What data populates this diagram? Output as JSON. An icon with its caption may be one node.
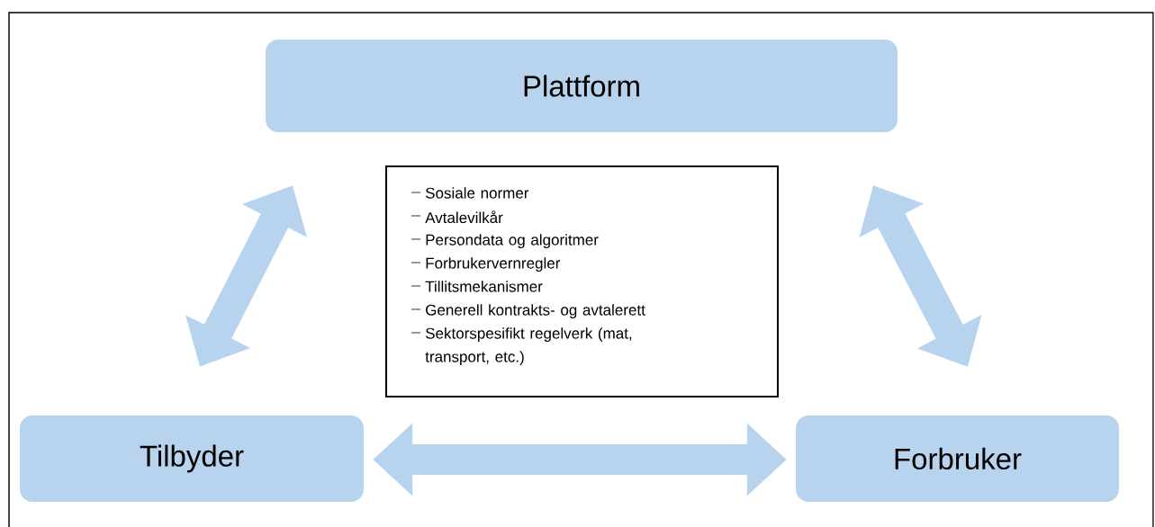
{
  "diagram": {
    "nodes": [
      {
        "text": [
          "Plattform"
        ]
      },
      {
        "text": [
          "Sosiale normer",
          "Avtalevilkår",
          "Persondata og algoritmer",
          "Forbrukervernregler",
          "Tillitsmekanismer",
          "Generell kontrakts- og avtalerett",
          "Sektorspesifikt regelverk (mat, transport, etc.)"
        ]
      },
      {
        "text": [
          "Tilbyder"
        ]
      },
      {
        "text": [
          "Forbruker"
        ]
      }
    ],
    "edges": [
      {
        "from": 2,
        "to": 0,
        "arrow": "both"
      },
      {
        "from": 0,
        "to": 3,
        "arrow": "both"
      },
      {
        "from": 2,
        "to": 3,
        "arrow": "both"
      }
    ]
  }
}
